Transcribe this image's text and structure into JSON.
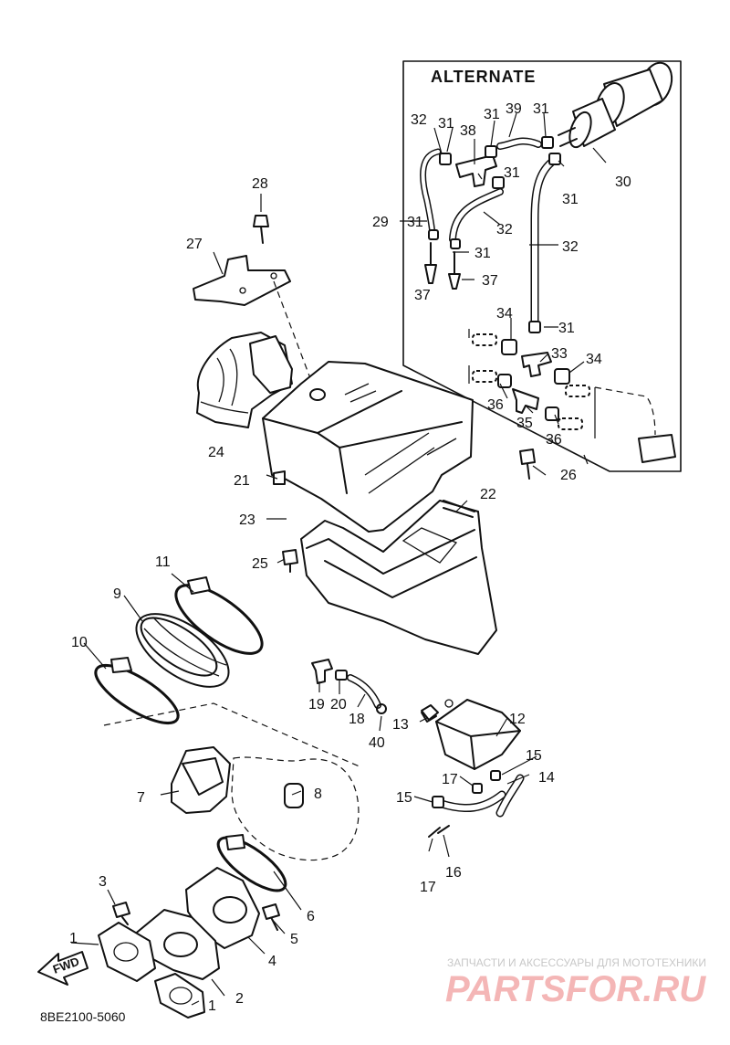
{
  "diagram": {
    "alternate_label": "ALTERNATE",
    "figure_code": "8BE2100-5060",
    "fwd_label": "FWD",
    "callouts": [
      {
        "id": "c28",
        "text": "28"
      },
      {
        "id": "c27",
        "text": "27"
      },
      {
        "id": "c24",
        "text": "24"
      },
      {
        "id": "c21",
        "text": "21"
      },
      {
        "id": "c23",
        "text": "23"
      },
      {
        "id": "c22",
        "text": "22"
      },
      {
        "id": "c25",
        "text": "25"
      },
      {
        "id": "c26",
        "text": "26"
      },
      {
        "id": "c11",
        "text": "11"
      },
      {
        "id": "c9",
        "text": "9"
      },
      {
        "id": "c10",
        "text": "10"
      },
      {
        "id": "c7",
        "text": "7"
      },
      {
        "id": "c8",
        "text": "8"
      },
      {
        "id": "c3",
        "text": "3"
      },
      {
        "id": "c1a",
        "text": "1"
      },
      {
        "id": "c1b",
        "text": "1"
      },
      {
        "id": "c2",
        "text": "2"
      },
      {
        "id": "c4",
        "text": "4"
      },
      {
        "id": "c5",
        "text": "5"
      },
      {
        "id": "c6",
        "text": "6"
      },
      {
        "id": "c19",
        "text": "19"
      },
      {
        "id": "c20",
        "text": "20"
      },
      {
        "id": "c18",
        "text": "18"
      },
      {
        "id": "c40",
        "text": "40"
      },
      {
        "id": "c13",
        "text": "13"
      },
      {
        "id": "c12",
        "text": "12"
      },
      {
        "id": "c15a",
        "text": "15"
      },
      {
        "id": "c15b",
        "text": "15"
      },
      {
        "id": "c14",
        "text": "14"
      },
      {
        "id": "c17a",
        "text": "17"
      },
      {
        "id": "c17b",
        "text": "17"
      },
      {
        "id": "c16",
        "text": "16"
      },
      {
        "id": "c32a",
        "text": "32"
      },
      {
        "id": "c31a",
        "text": "31"
      },
      {
        "id": "c38",
        "text": "38"
      },
      {
        "id": "c31b",
        "text": "31"
      },
      {
        "id": "c39",
        "text": "39"
      },
      {
        "id": "c31c",
        "text": "31"
      },
      {
        "id": "c30",
        "text": "30"
      },
      {
        "id": "c31d",
        "text": "31"
      },
      {
        "id": "c31e",
        "text": "31"
      },
      {
        "id": "c29",
        "text": "29"
      },
      {
        "id": "c31f",
        "text": "31"
      },
      {
        "id": "c32b",
        "text": "32"
      },
      {
        "id": "c31g",
        "text": "31"
      },
      {
        "id": "c32c",
        "text": "32"
      },
      {
        "id": "c37a",
        "text": "37"
      },
      {
        "id": "c37b",
        "text": "37"
      },
      {
        "id": "c34a",
        "text": "34"
      },
      {
        "id": "c31h",
        "text": "31"
      },
      {
        "id": "c33",
        "text": "33"
      },
      {
        "id": "c34b",
        "text": "34"
      },
      {
        "id": "c36a",
        "text": "36"
      },
      {
        "id": "c35",
        "text": "35"
      },
      {
        "id": "c36b",
        "text": "36"
      }
    ]
  },
  "watermark": {
    "tagline": "ЗАПЧАСТИ И АКСЕССУАРЫ ДЛЯ МОТОТЕХНИКИ",
    "brand": "PARTSFOR.RU"
  }
}
